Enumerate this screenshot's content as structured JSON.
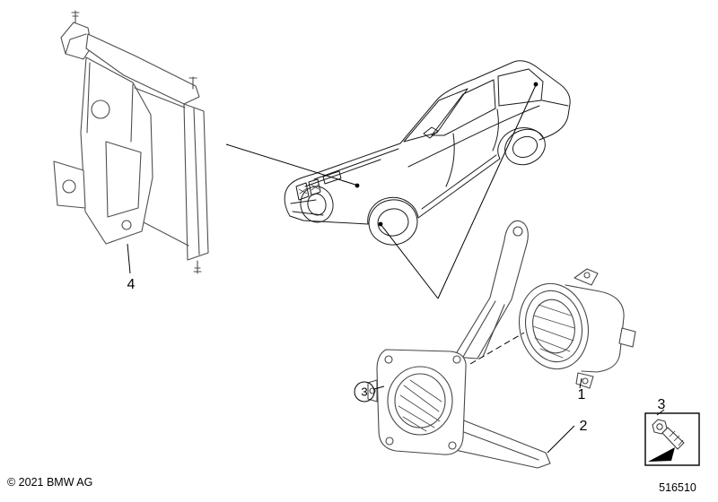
{
  "diagram": {
    "number": "516510",
    "copyright": "© 2021 BMW AG",
    "callouts": {
      "part1": "1",
      "part2": "2",
      "part3_circle": "3",
      "part3_box": "3",
      "part4": "4"
    }
  }
}
